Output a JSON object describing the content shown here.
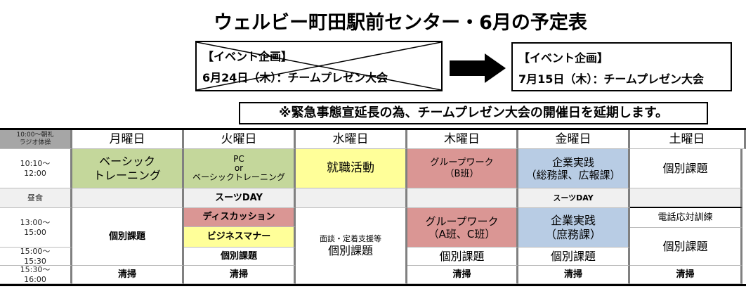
{
  "title": "ウェルビー町田駅前センター・6月の予定表",
  "old_event": {
    "heading": "【イベント企画】",
    "detail": "6月24日（木）：チームプレゼン大会"
  },
  "new_event": {
    "heading": "【イベント企画】",
    "detail": "7月15日（木）：チームプレゼン大会"
  },
  "notice": "※緊急事態宣延長の為、チームプレゼン大会の開催日を延期します。",
  "times": [
    "10:00～朝礼\nラジオ体操",
    "10:10～\n12:00",
    "昼食",
    "13:00～\n15:00",
    "15:00～\n15:30",
    "15:30～\n16:00"
  ],
  "days": [
    "月曜日",
    "火曜日",
    "水曜日",
    "木曜日",
    "金曜日",
    "土曜日"
  ],
  "mon": {
    "am": "ベーシック\nトレーニング",
    "pm": "個別課題",
    "clean": "清掃"
  },
  "tue": {
    "am": "PC\nor\nベーシックトレーニング",
    "lunch": "スーツDAY",
    "pm1": "ディスカッション",
    "pm2": "ビジネスマナー",
    "pm3": "個別課題",
    "clean": "清掃"
  },
  "wed": {
    "am": "就職活動",
    "pm_sub": "面談・定着支援等",
    "pm": "個別課題"
  },
  "thu": {
    "am": "グループワーク\n（B班）",
    "pm": "グループワーク\n（A班、C班）",
    "pm3": "個別課題",
    "clean": "清掃"
  },
  "fri": {
    "am": "企業実践\n（総務課、広報課）",
    "lunch": "スーツDAY",
    "pm": "企業実践\n（庶務課）",
    "pm3": "個別課題",
    "clean": "清掃"
  },
  "sat": {
    "am": "個別課題",
    "pm1": "電話応対訓練",
    "pm2": "個別課題",
    "clean": "清掃"
  }
}
